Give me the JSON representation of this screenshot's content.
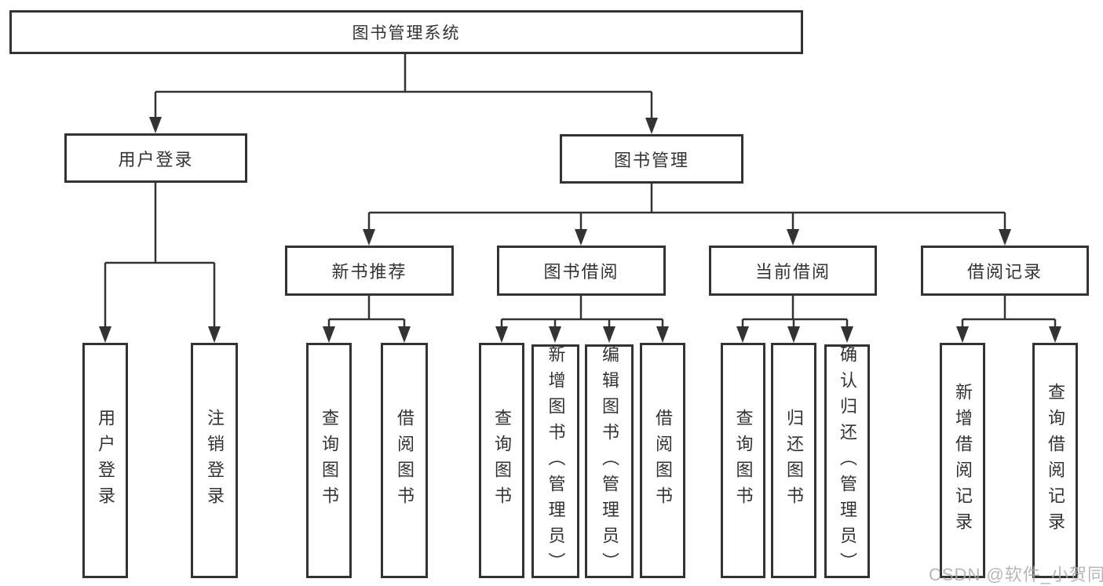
{
  "root": {
    "label": "图书管理系统"
  },
  "level2": [
    {
      "label": "用户登录"
    },
    {
      "label": "图书管理"
    }
  ],
  "level3": [
    {
      "label": "新书推荐",
      "parent": "图书管理"
    },
    {
      "label": "图书借阅",
      "parent": "图书管理"
    },
    {
      "label": "当前借阅",
      "parent": "图书管理"
    },
    {
      "label": "借阅记录",
      "parent": "图书管理"
    }
  ],
  "leaves": [
    {
      "label": "用户登录",
      "parent": "用户登录"
    },
    {
      "label": "注销登录",
      "parent": "用户登录"
    },
    {
      "label": "查询图书",
      "parent": "新书推荐"
    },
    {
      "label": "借阅图书",
      "parent": "新书推荐"
    },
    {
      "label": "查询图书",
      "parent": "图书借阅"
    },
    {
      "label": "新增图书（管理员）",
      "parent": "图书借阅"
    },
    {
      "label": "编辑图书（管理员）",
      "parent": "图书借阅"
    },
    {
      "label": "借阅图书",
      "parent": "图书借阅"
    },
    {
      "label": "查询图书",
      "parent": "当前借阅"
    },
    {
      "label": "归还图书",
      "parent": "当前借阅"
    },
    {
      "label": "确认归还（管理员）",
      "parent": "当前借阅"
    },
    {
      "label": "新增借阅记录",
      "parent": "借阅记录"
    },
    {
      "label": "查询借阅记录",
      "parent": "借阅记录"
    }
  ],
  "watermark": "CSDN @软件_小贺同学",
  "colors": {
    "line": "#333333",
    "text": "#333333",
    "box_background": "#ffffff",
    "watermark": "#aaaaaa"
  }
}
